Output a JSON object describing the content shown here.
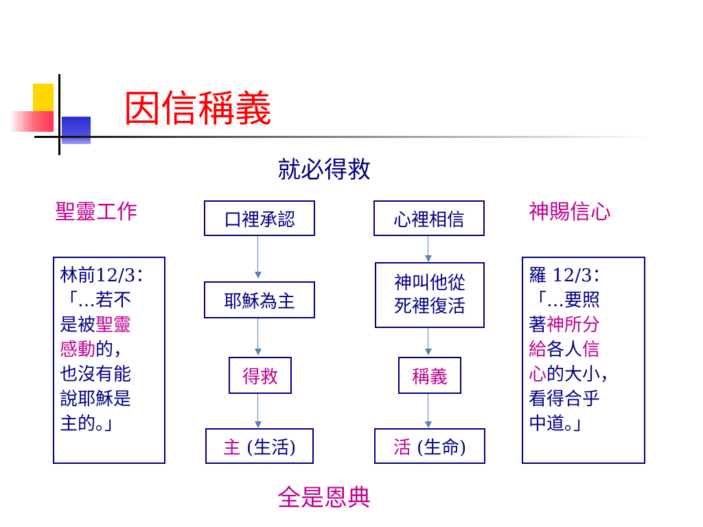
{
  "title": "因信稱義",
  "top_heading": "就必得救",
  "bottom_heading": "全是恩典",
  "left_heading": "聖靈工作",
  "right_heading": "神賜信心",
  "left_column": {
    "box1": "口裡承認",
    "box2": "耶穌為主",
    "box3": "得救",
    "box4_highlight": "主",
    "box4_rest": " (生活)"
  },
  "right_column": {
    "box1": "心裡相信",
    "box2_line1": "神叫他從",
    "box2_line2": "死裡復活",
    "box3": "稱義",
    "box4_highlight": "活",
    "box4_rest": " (生命)"
  },
  "left_quote": {
    "l1": "林前12/3：",
    "l2": "「…若不",
    "l3a": "是被",
    "l3b": "聖靈",
    "l4a": "感動",
    "l4b": "的，",
    "l5": "也沒有能",
    "l6": "說耶穌是",
    "l7": "主的。」"
  },
  "right_quote": {
    "l1": "羅 12/3：",
    "l2": "「…要照",
    "l3a": "著",
    "l3b": "神所分",
    "l4a": "給",
    "l4b": "各人",
    "l4c": "信",
    "l5a": "心",
    "l5b": "的大小，",
    "l6": "看得合乎",
    "l7": "中道。」"
  },
  "colors": {
    "title": "#ff0000",
    "text": "#000080",
    "highlight": "#c00090",
    "arrow": "#5f7fb0"
  }
}
